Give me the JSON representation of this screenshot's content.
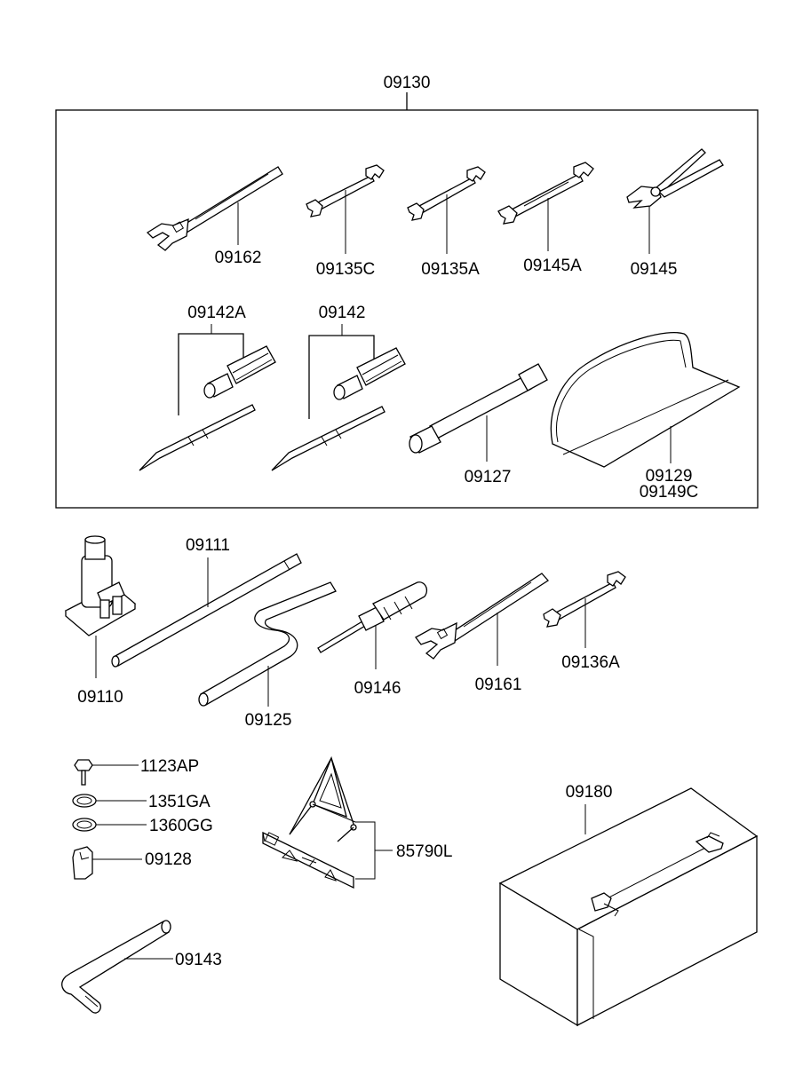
{
  "diagram": {
    "group_label": "09130",
    "parts": {
      "p09162": "09162",
      "p09135c": "09135C",
      "p09135a": "09135A",
      "p09145a": "09145A",
      "p09145": "09145",
      "p09142a": "09142A",
      "p09142": "09142",
      "p09127": "09127",
      "p09129": "09129",
      "p09149c": "09149C",
      "p09111": "09111",
      "p09110": "09110",
      "p09125": "09125",
      "p09146": "09146",
      "p09161": "09161",
      "p09136a": "09136A",
      "p1123ap": "1123AP",
      "p1351ga": "1351GA",
      "p1360gg": "1360GG",
      "p09128": "09128",
      "p85790l": "85790L",
      "p09180": "09180",
      "p09143": "09143"
    }
  }
}
